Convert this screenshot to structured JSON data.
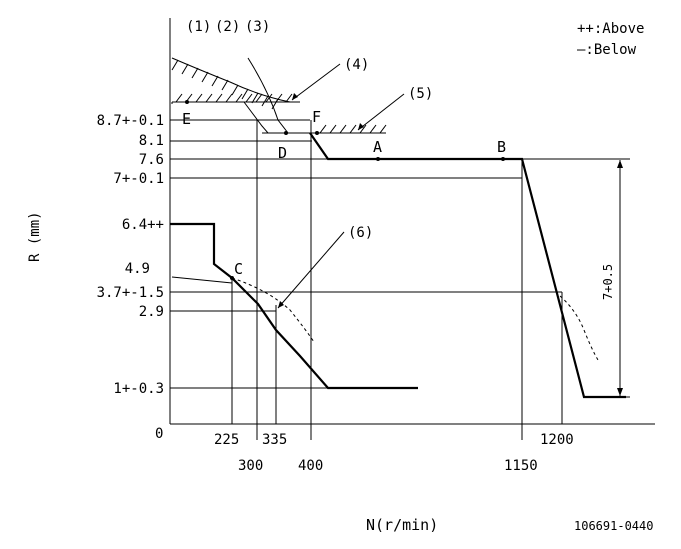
{
  "legend": {
    "above": "++:Above",
    "below": "—:Below"
  },
  "callouts": {
    "c1": "(1)",
    "c2": "(2)",
    "c3": "(3)",
    "c4": "(4)",
    "c5": "(5)",
    "c6": "(6)"
  },
  "axes": {
    "y_label": "R (mm)",
    "x_label": "N(r/min)",
    "origin": "0"
  },
  "y_ticks": {
    "t87": "8.7+-0.1",
    "t81": "8.1",
    "t76": "7.6",
    "t7": "7+-0.1",
    "t64": "6.4++",
    "t49": "4.9",
    "t37": "3.7+-1.5",
    "t29": "2.9",
    "t1": "1+-0.3"
  },
  "x_ticks": {
    "t225": "225",
    "t300": "300",
    "t335": "335",
    "t400": "400",
    "t1150": "1150",
    "t1200": "1200"
  },
  "points": {
    "A": "A",
    "B": "B",
    "C": "C",
    "D": "D",
    "E": "E",
    "F": "F"
  },
  "dimension": "7+0.5",
  "figure_id": "106691-0440"
}
